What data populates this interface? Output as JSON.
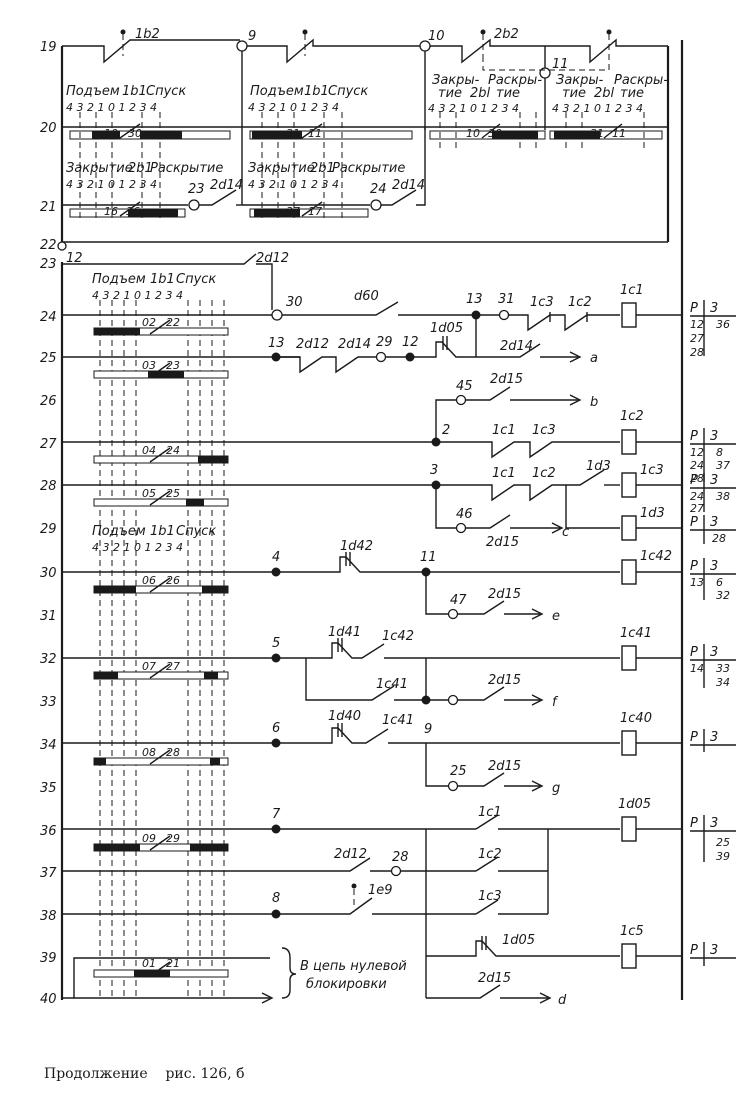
{
  "row_numbers": [
    "19",
    "20",
    "21",
    "22",
    "23",
    "24",
    "25",
    "26",
    "27",
    "28",
    "29",
    "30",
    "31",
    "32",
    "33",
    "34",
    "35",
    "36",
    "37",
    "38",
    "39",
    "40"
  ],
  "switch_headers": {
    "raise": "Подъем",
    "lower": "Спуск",
    "close": "Закрытие",
    "open": "Раскрытие",
    "close_short": "Закры-",
    "close_short2": "тие",
    "open_short": "Раскры-",
    "open_short2": "тие",
    "scale": "4 3 2 1   0   1 2 3 4",
    "sw_1b1": "1b1",
    "sw_2b1": "2b1",
    "sw_2bl": "2bl"
  },
  "nodes": {
    "n9": "9",
    "n10": "10",
    "n11": "11",
    "n12": "12",
    "n13": "13",
    "n2": "2",
    "n3": "3",
    "n4": "4",
    "n5": "5",
    "n6": "6",
    "n7": "7",
    "n8": "8",
    "n22": "22",
    "n23": "23",
    "n24": "24",
    "n25": "25",
    "n28": "28",
    "n29": "29",
    "n30": "30",
    "n31": "31",
    "n45": "45",
    "n46": "46",
    "n47": "47"
  },
  "contacts": {
    "c1b2": "1b2",
    "c2b2": "2b2",
    "c2d12": "2d12",
    "c2d14": "2d14",
    "cd60": "d60",
    "c1c1": "1c1",
    "c1c2": "1c2",
    "c1c3": "1c3",
    "c1d05": "1d05",
    "c2d15": "2d15",
    "c1d3": "1d3",
    "c1d42": "1d42",
    "c1c42": "1c42",
    "c1d41": "1d41",
    "c1c41": "1c41",
    "c1d40": "1d40",
    "c1c40": "1c40",
    "c1e9": "1e9",
    "c1c5": "1c5"
  },
  "bar_labels": {
    "b10": "10",
    "b30": "30",
    "b31": "31",
    "b11": "11",
    "b16": "16",
    "b36": "36",
    "b37": "37",
    "b17": "17",
    "b02": "02",
    "b22": "22",
    "b03": "03",
    "b23": "23",
    "b04": "04",
    "b24": "24",
    "b05": "05",
    "b25": "25",
    "b06": "06",
    "b26": "26",
    "b07": "07",
    "b27": "27",
    "b08": "08",
    "b28": "28",
    "b09": "09",
    "b29": "29",
    "b01": "01",
    "b21": "21"
  },
  "outputs": {
    "a": "a",
    "b": "b",
    "c": "c",
    "e": "e",
    "f": "f",
    "g": "g",
    "d": "d"
  },
  "p": "P",
  "refs": {
    "r24a": "3",
    "r24b": "12",
    "r24c": "36",
    "r24d": "27",
    "r24e": "28",
    "r27a": "3",
    "r27b": "12",
    "r27c": "8",
    "r27d": "24",
    "r27e": "37",
    "r27f": "28",
    "r28a": "3",
    "r28b": "24",
    "r28c": "38",
    "r28d": "27",
    "r29a": "3",
    "r29b": "28",
    "r30a": "3",
    "r30b": "13",
    "r30c": "6",
    "r30d": "32",
    "r32a": "3",
    "r32b": "14",
    "r32c": "33",
    "r32d": "34",
    "r34a": "3",
    "r36a": "3",
    "r36b": "25",
    "r36c": "39",
    "r39a": "3"
  },
  "note_line1": "В цепь нулевой",
  "note_line2": "блокировки",
  "caption": "Продолжение    рис. 126, б"
}
